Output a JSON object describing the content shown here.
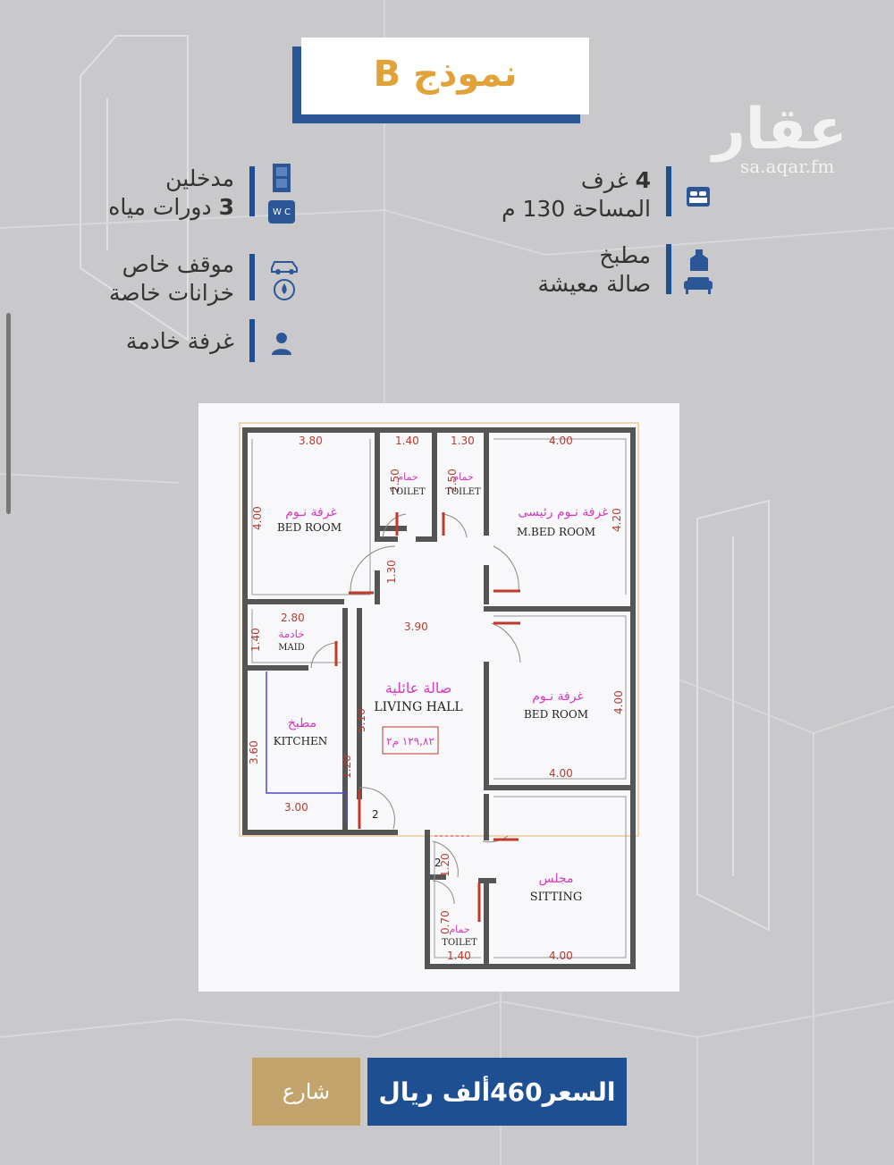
{
  "title": "نموذج B",
  "logo": {
    "text": "عقار",
    "url": "sa.aqar.fm"
  },
  "features_right": [
    {
      "icon": "bed-icon",
      "bold": "4",
      "line1": " غرف",
      "line2": "المساحة 130 م"
    },
    {
      "icon": "apron-icon",
      "line1": "مطبخ",
      "icon2": "sofa-icon",
      "line2": "صالة معيشة"
    }
  ],
  "features_left": [
    {
      "icon": "door-icon",
      "line1": "مدخلين",
      "icon2": "wc-icon",
      "wc_label": "W C",
      "bold": "3",
      "line2": " دورات مياه"
    },
    {
      "icon": "car-icon",
      "line1": "موقف خاص",
      "icon2": "water-tank-icon",
      "line2": "خزانات خاصة"
    },
    {
      "icon": "person-icon",
      "line1": "غرفة خادمة"
    }
  ],
  "plan": {
    "dims": [
      "3.80",
      "1.40",
      "1.30",
      "4.00",
      "2.50",
      "2.50",
      "4.00",
      "4.20",
      "1.30",
      "2.80",
      "1.40",
      "3.90",
      "5.10",
      "4.00",
      "3.60",
      "1.20",
      "3.00",
      "4.00",
      "1.20",
      "2",
      "2",
      "0.70",
      "1.40",
      "4.00"
    ],
    "rooms": {
      "bed1_ar": "غرفة نـوم",
      "bed1_en": "BED ROOM",
      "toilet1_ar": "حمام",
      "toilet1_en": "TOILET",
      "toilet2_ar": "حمام",
      "toilet2_en": "TOILET",
      "mbed_ar": "غرفة نـوم رئيسى",
      "mbed_en": "M.BED ROOM",
      "maid_ar": "خادمة",
      "maid_en": "MAID",
      "living_ar": "صالة عائلية",
      "living_en": "LIVING HALL",
      "living_area": "١٢٩,٨٢ م٢",
      "bed2_ar": "غرفة نـوم",
      "bed2_en": "BED ROOM",
      "kitchen_ar": "مطبخ",
      "kitchen_en": "KITCHEN",
      "sitting_ar": "مجلس",
      "sitting_en": "SITTING",
      "toilet3_ar": "حمام",
      "toilet3_en": "TOILET"
    }
  },
  "buttons": {
    "street": "شارع",
    "price_prefix": "السعر ",
    "price_value": "460",
    "price_suffix": " ألف ريال"
  },
  "colors": {
    "blue": "#1f4f93",
    "gold": "#c3a46c",
    "title": "#e1a23a"
  }
}
